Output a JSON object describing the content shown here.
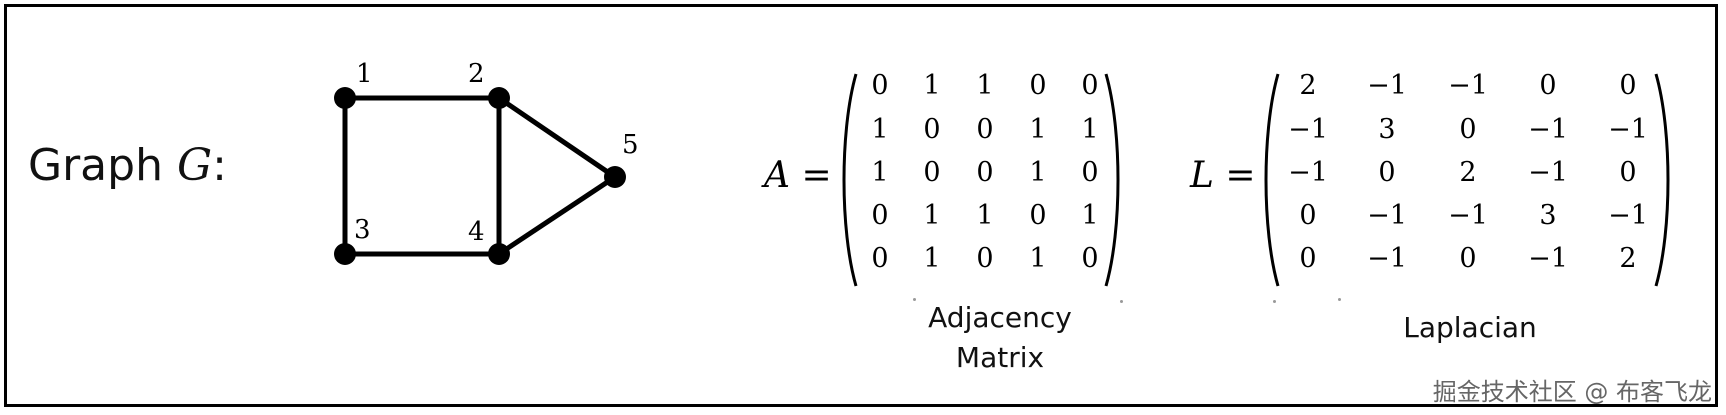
{
  "title": {
    "prefix": "Graph ",
    "name": "G",
    "suffix": ":"
  },
  "graph": {
    "nodes": [
      {
        "id": "1",
        "label": "1"
      },
      {
        "id": "2",
        "label": "2"
      },
      {
        "id": "3",
        "label": "3"
      },
      {
        "id": "4",
        "label": "4"
      },
      {
        "id": "5",
        "label": "5"
      }
    ],
    "edges": [
      [
        "1",
        "2"
      ],
      [
        "1",
        "3"
      ],
      [
        "2",
        "4"
      ],
      [
        "2",
        "5"
      ],
      [
        "3",
        "4"
      ],
      [
        "4",
        "5"
      ]
    ]
  },
  "adjacency": {
    "symbol": "A",
    "equals": "=",
    "rows": [
      [
        "0",
        "1",
        "1",
        "0",
        "0"
      ],
      [
        "1",
        "0",
        "0",
        "1",
        "1"
      ],
      [
        "1",
        "0",
        "0",
        "1",
        "0"
      ],
      [
        "0",
        "1",
        "1",
        "0",
        "1"
      ],
      [
        "0",
        "1",
        "0",
        "1",
        "0"
      ]
    ],
    "caption_line1": "Adjacency",
    "caption_line2": "Matrix"
  },
  "laplacian": {
    "symbol": "L",
    "equals": "=",
    "rows": [
      [
        "2",
        "−1",
        "−1",
        "0",
        "0"
      ],
      [
        "−1",
        "3",
        "0",
        "−1",
        "−1"
      ],
      [
        "−1",
        "0",
        "2",
        "−1",
        "0"
      ],
      [
        "0",
        "−1",
        "−1",
        "3",
        "−1"
      ],
      [
        "0",
        "−1",
        "0",
        "−1",
        "2"
      ]
    ],
    "caption": "Laplacian"
  },
  "watermark": "掘金技术社区 @ 布客飞龙"
}
